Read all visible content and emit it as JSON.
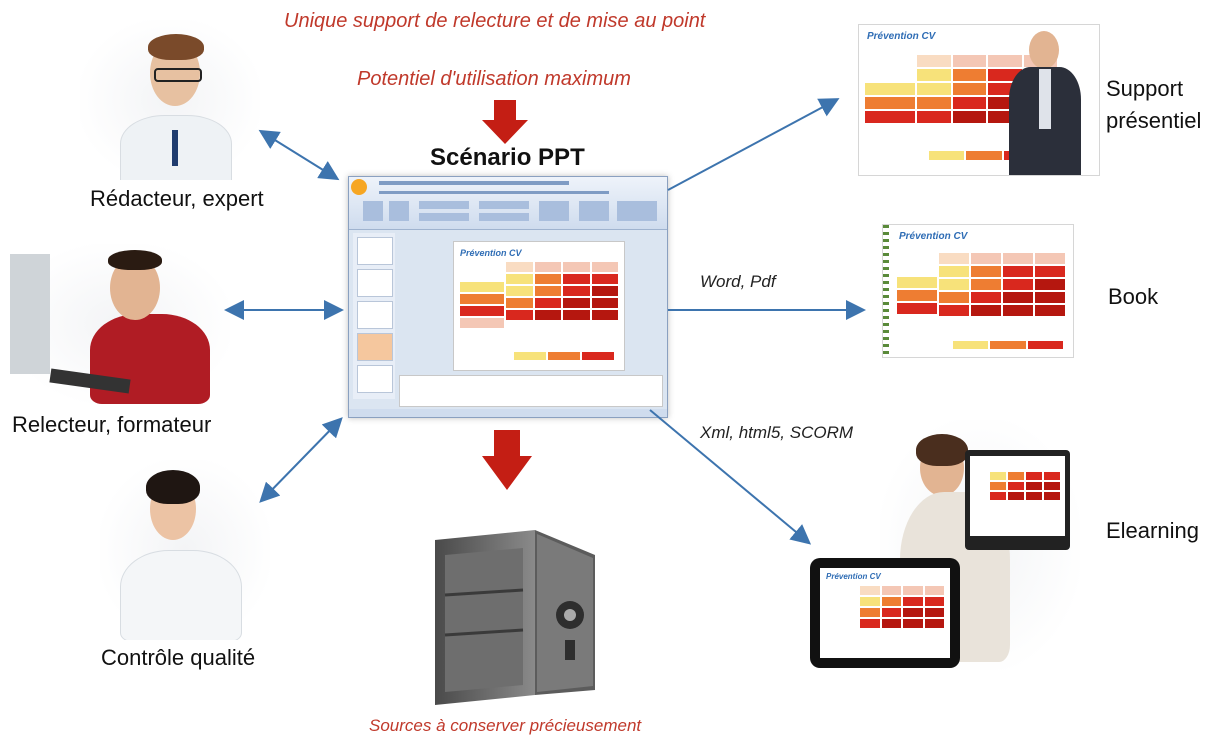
{
  "top_notes": {
    "line1": "Unique support de relecture et de mise au point",
    "line2": "Potentiel d'utilisation maximum"
  },
  "center": {
    "title": "Scénario PPT"
  },
  "bottom_note": "Sources à conserver précieusement",
  "roles": {
    "left1": "Rédacteur, expert",
    "left2": "Relecteur, formateur",
    "left3": "Contrôle qualité"
  },
  "outputs": {
    "support_line1": "Support",
    "support_line2": "présentiel",
    "book": "Book",
    "elearning": "Elearning",
    "edge_word_pdf": "Word, Pdf",
    "edge_xml": "Xml, html5, SCORM"
  },
  "slide_header": "Prévention CV",
  "colors": {
    "accent_red": "#c0392b",
    "arrow_blue": "#3d74ae",
    "big_arrow": "#c41e14"
  }
}
